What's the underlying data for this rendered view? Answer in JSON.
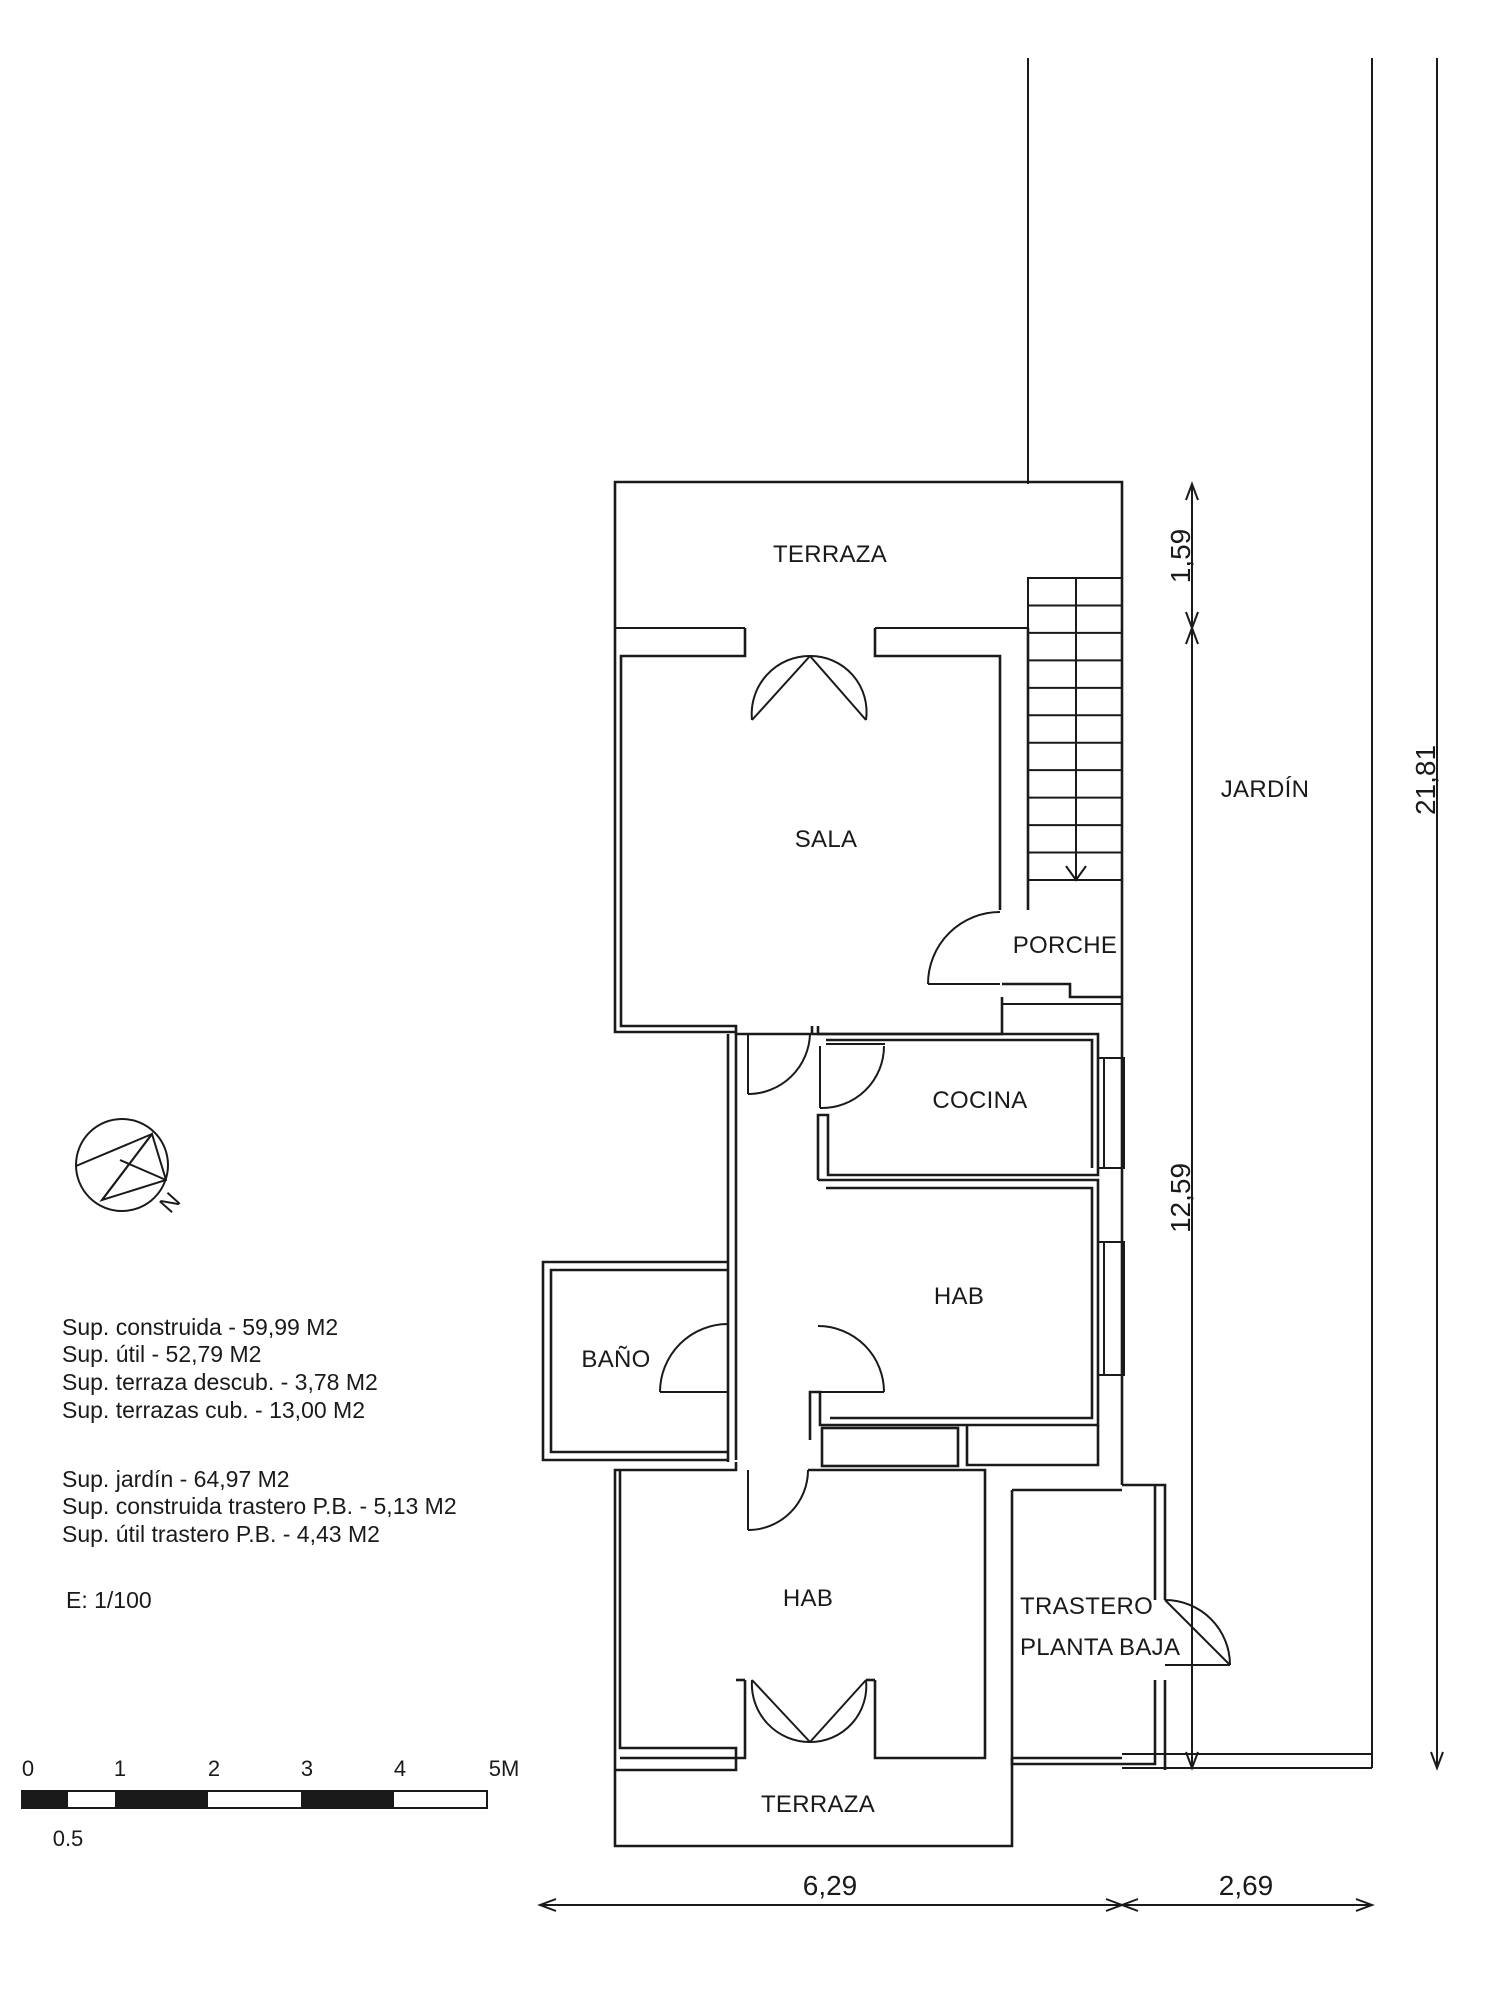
{
  "rooms": {
    "terraza_top": "TERRAZA",
    "sala": "SALA",
    "porche": "PORCHE",
    "cocina": "COCINA",
    "hab_1": "HAB",
    "bano": "BAÑO",
    "hab_2": "HAB",
    "trastero_line1": "TRASTERO",
    "trastero_line2": "PLANTA BAJA",
    "terraza_bottom": "TERRAZA",
    "jardin": "JARDÍN"
  },
  "dimensions": {
    "terraza_depth": "1,59",
    "house_length": "12,59",
    "plot_length": "21,81",
    "house_width": "6,29",
    "garden_width": "2,69"
  },
  "compass": {
    "label": "N"
  },
  "surfaces": {
    "construida": "Sup. construida - 59,99 M2",
    "util": "Sup. útil - 52,79 M2",
    "terraza_descub": "Sup. terraza descub. - 3,78 M2",
    "terrazas_cub": "Sup. terrazas cub. - 13,00 M2",
    "jardin": "Sup. jardín - 64,97 M2",
    "construida_trastero": "Sup. construida trastero P.B. - 5,13 M2",
    "util_trastero": "Sup. útil trastero P.B. - 4,43 M2"
  },
  "scale": {
    "ratio": "E: 1/100",
    "ticks": [
      "0",
      "1",
      "2",
      "3",
      "4",
      "5M"
    ],
    "half": "0.5"
  }
}
